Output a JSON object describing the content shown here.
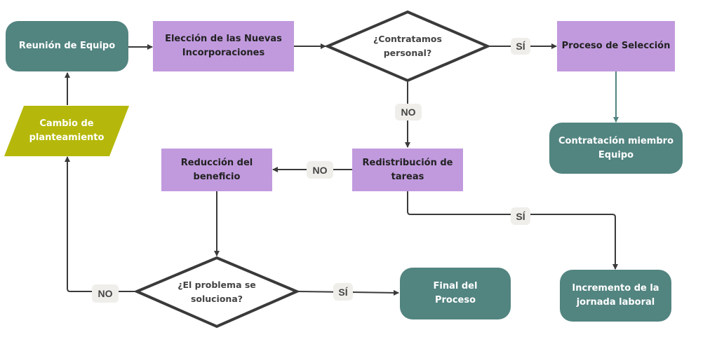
{
  "diagram": {
    "type": "flowchart",
    "colors": {
      "terminal": "#528480",
      "process": "#c19ade",
      "io": "#b5b80a",
      "decision_stroke": "#3a3a3a",
      "connector": "#3a3a3a",
      "label_bg": "#efeeea"
    },
    "nodes": {
      "reunion": {
        "label": "Reunión de Equipo",
        "shape": "rounded-rectangle"
      },
      "eleccion": {
        "label": "Elección de las Nuevas\nIncorporaciones",
        "shape": "rectangle"
      },
      "contratamos": {
        "label": "¿Contratamos\npersonal?",
        "shape": "diamond"
      },
      "proceso_seleccion": {
        "label": "Proceso de Selección",
        "shape": "rectangle"
      },
      "contratacion": {
        "label": "Contratación miembro\nEquipo",
        "shape": "rounded-rectangle"
      },
      "cambio": {
        "label": "Cambio de\nplanteamiento",
        "shape": "parallelogram"
      },
      "reduccion": {
        "label": "Reducción del\nbeneficio",
        "shape": "rectangle"
      },
      "redistribucion": {
        "label": "Redistribución de\ntareas",
        "shape": "rectangle"
      },
      "problema": {
        "label": "¿El problema se\nsoluciona?",
        "shape": "diamond"
      },
      "final": {
        "label": "Final del\nProceso",
        "shape": "rounded-rectangle"
      },
      "incremento": {
        "label": "Incremento de la\njornada laboral",
        "shape": "rounded-rectangle"
      }
    },
    "edges": [
      {
        "from": "reunion",
        "to": "eleccion",
        "label": ""
      },
      {
        "from": "eleccion",
        "to": "contratamos",
        "label": ""
      },
      {
        "from": "contratamos",
        "to": "proceso_seleccion",
        "label": "SÍ"
      },
      {
        "from": "proceso_seleccion",
        "to": "contratacion",
        "label": ""
      },
      {
        "from": "contratamos",
        "to": "redistribucion",
        "label": "NO"
      },
      {
        "from": "redistribucion",
        "to": "reduccion",
        "label": "NO"
      },
      {
        "from": "redistribucion",
        "to": "incremento",
        "label": "SÍ"
      },
      {
        "from": "reduccion",
        "to": "problema",
        "label": ""
      },
      {
        "from": "problema",
        "to": "final",
        "label": "SÍ"
      },
      {
        "from": "problema",
        "to": "cambio",
        "label": "NO"
      },
      {
        "from": "cambio",
        "to": "reunion",
        "label": ""
      }
    ],
    "edge_labels": {
      "si_contratamos": "SÍ",
      "no_contratamos": "NO",
      "no_redistribucion": "NO",
      "si_redistribucion": "SÍ",
      "si_problema": "SÍ",
      "no_problema": "NO"
    }
  }
}
